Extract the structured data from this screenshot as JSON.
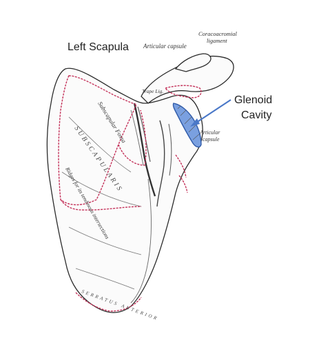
{
  "figure": {
    "title": "Left Scapula",
    "callout_label_line1": "Glenoid",
    "callout_label_line2": "Cavity",
    "engraving_labels": {
      "articular_capsule_top": "Articular capsule",
      "coracoacromial_line1": "Coracoacromial",
      "coracoacromial_line2": "ligament",
      "trapezoid_lig": "Trape Lig.",
      "articular_capsule_right_line1": "Articular",
      "articular_capsule_right_line2": "capsule",
      "subscapularis": "SUBSCAPULARIS",
      "subscapular_fossa": "Subscapular Fossa",
      "ridges": "Ridges for its tendinous intersections",
      "serratus_anterior": "SERRATUS ANTERIOR"
    },
    "colors": {
      "glenoid_highlight": "#4a78c8",
      "callout_arrow": "#4a78c8",
      "muscle_attachment_outline": "#c4325a",
      "bone_ink": "#2b2b2b"
    }
  }
}
